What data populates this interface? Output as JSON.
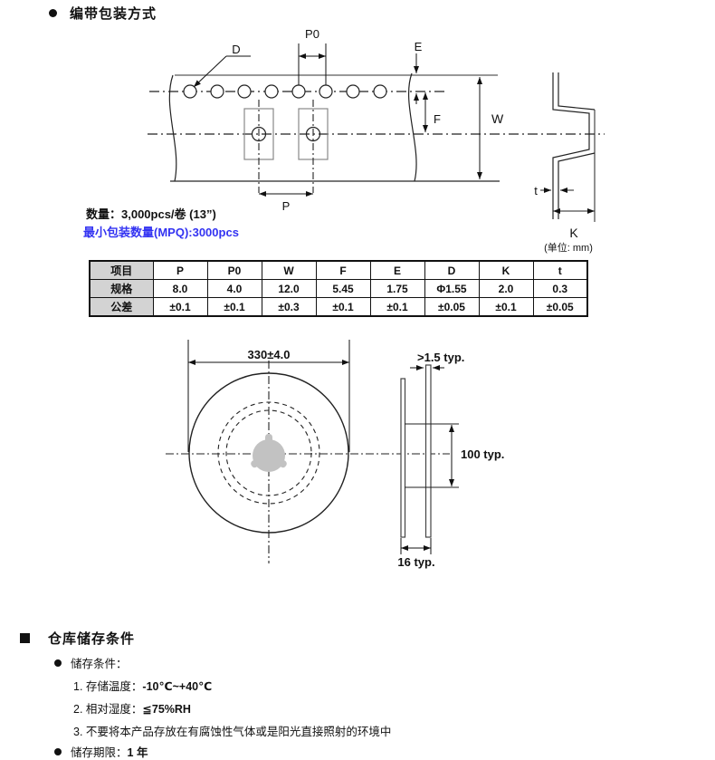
{
  "colors": {
    "accent_blue": "#3333F2",
    "table_header_bg": "#D3D3D3",
    "hub_gray": "#C2C2C2",
    "line_black": "#1A1A1A",
    "line_gray": "#777777"
  },
  "section_packaging": {
    "title": "编带包装方式",
    "quantity_label": "数量：3,000pcs/卷  (13”)",
    "mpq_label": "最小包装数量(MPQ):3000pcs",
    "unit_note": "(单位: mm)"
  },
  "tape_labels": {
    "d": "D",
    "p0": "P0",
    "e": "E",
    "f": "F",
    "w": "W",
    "p": "P",
    "t": "t",
    "k": "K"
  },
  "reel_labels": {
    "diameter": "330±4.0",
    "flange_thickness": ">1.5 typ.",
    "hub_height": "100 typ.",
    "reel_width": "16 typ."
  },
  "spec_table": {
    "item_header": "项目",
    "columns": [
      "P",
      "P0",
      "W",
      "F",
      "E",
      "D",
      "K",
      "t"
    ],
    "rows": [
      {
        "label": "规格",
        "values": [
          "8.0",
          "4.0",
          "12.0",
          "5.45",
          "1.75",
          "Φ1.55",
          "2.0",
          "0.3"
        ]
      },
      {
        "label": "公差",
        "values": [
          "±0.1",
          "±0.1",
          "±0.3",
          "±0.1",
          "±0.1",
          "±0.05",
          "±0.1",
          "±0.05"
        ]
      }
    ]
  },
  "storage": {
    "title": "仓库储存条件",
    "conditions_label": "储存条件：",
    "items": [
      {
        "text": "1. 存储温度：",
        "value": "-10℃~+40℃"
      },
      {
        "text": "2. 相对湿度：",
        "value": "≦75%RH"
      },
      {
        "text": "3. 不要将本产品存放在有腐蚀性气体或是阳光直接照射的环境中",
        "value": ""
      }
    ],
    "period_label": "储存期限：",
    "period_value": "1 年"
  }
}
